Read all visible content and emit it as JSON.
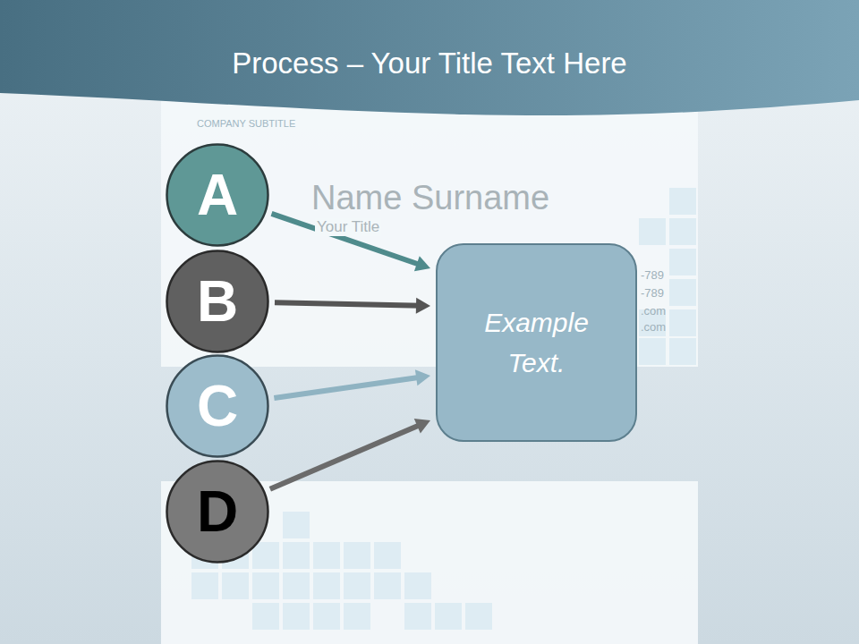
{
  "diagram": {
    "title": "Process – Your Title Text Here",
    "nodes": [
      {
        "text": [
          "A"
        ]
      },
      {
        "text": [
          "B"
        ]
      },
      {
        "text": [
          "C"
        ]
      },
      {
        "text": [
          "D"
        ]
      },
      {
        "text": [
          "Example Text."
        ]
      }
    ],
    "edges": [
      {
        "from": 0,
        "to": 4,
        "arrow": "to"
      },
      {
        "from": 1,
        "to": 4,
        "arrow": "to"
      },
      {
        "from": 2,
        "to": 4,
        "arrow": "to"
      },
      {
        "from": 3,
        "to": 4,
        "arrow": "to"
      }
    ],
    "labels": [
      "COMPANY SUBTITLE",
      "Name Surname",
      "Your Title",
      "-789",
      "-789",
      ".com",
      ".com"
    ]
  }
}
